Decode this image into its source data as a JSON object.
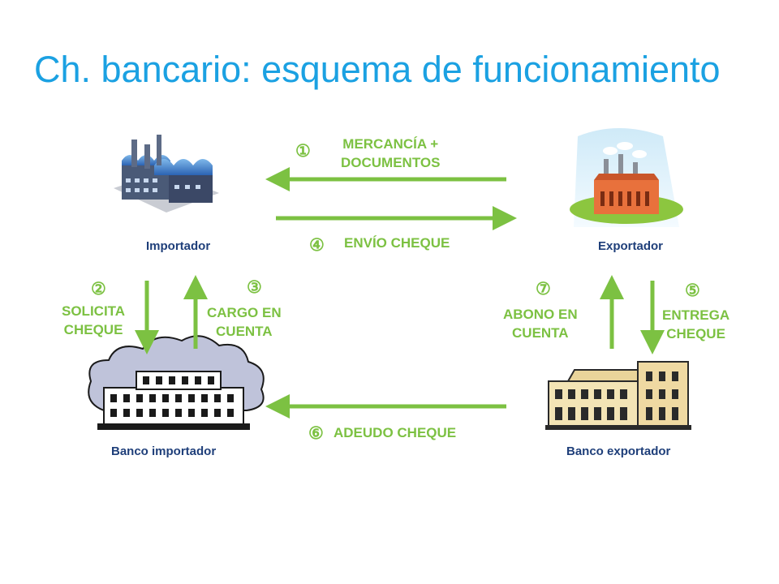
{
  "title": "Ch. bancario: esquema de funcionamiento",
  "colors": {
    "title": "#1ba1e2",
    "arrows": "#7cc142",
    "labels": "#1f3f7a"
  },
  "nodes": {
    "importador": {
      "label": "Importador",
      "icon": "factory-blue-roof-icon"
    },
    "exportador": {
      "label": "Exportador",
      "icon": "orange-factory-icon"
    },
    "banco_importador": {
      "label": "Banco importador",
      "icon": "bank-building-icon"
    },
    "banco_exportador": {
      "label": "Banco exportador",
      "icon": "bank-building-icon"
    }
  },
  "steps": [
    {
      "number": "①",
      "lines": [
        "MERCANCÍA +",
        "DOCUMENTOS"
      ]
    },
    {
      "number": "②",
      "lines": [
        "SOLICITA",
        "CHEQUE"
      ]
    },
    {
      "number": "③",
      "lines": [
        "CARGO EN",
        "CUENTA"
      ]
    },
    {
      "number": "④",
      "lines": [
        "ENVÍO CHEQUE"
      ]
    },
    {
      "number": "⑤",
      "lines": [
        "ENTREGA",
        "CHEQUE"
      ]
    },
    {
      "number": "⑥",
      "lines": [
        "ADEUDO CHEQUE"
      ]
    },
    {
      "number": "⑦",
      "lines": [
        "ABONO EN",
        "CUENTA"
      ]
    }
  ]
}
